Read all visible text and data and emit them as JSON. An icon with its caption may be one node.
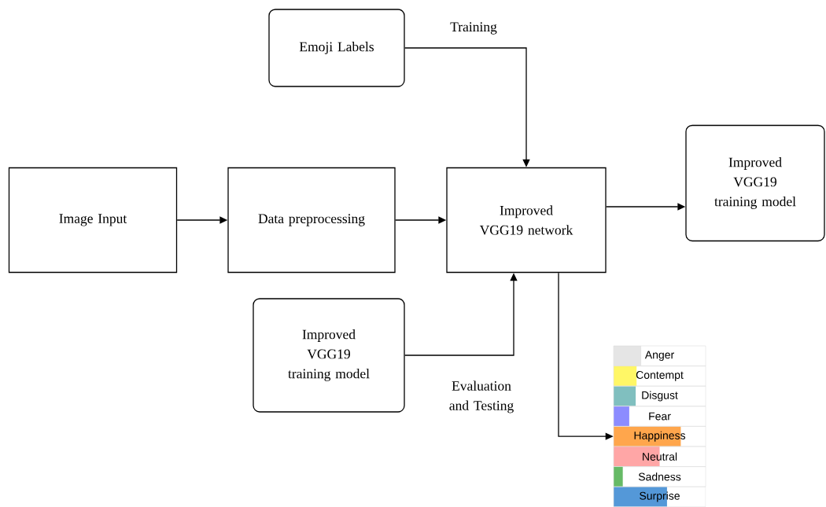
{
  "diagram": {
    "nodes": [
      {
        "text": [
          "Emoji Labels"
        ]
      },
      {
        "text": [
          "Image Input"
        ]
      },
      {
        "text": [
          "Data preprocessing"
        ]
      },
      {
        "text": [
          "Improved VGG19 network"
        ]
      },
      {
        "text": [
          "Improved VGG19 training model"
        ]
      },
      {
        "text": [
          "Improved VGG19 training model"
        ]
      },
      {
        "text": [
          "Anger"
        ]
      },
      {
        "text": [
          "Contempt"
        ]
      },
      {
        "text": [
          "Disgust"
        ]
      },
      {
        "text": [
          "Fear"
        ]
      },
      {
        "text": [
          "Happiness"
        ]
      },
      {
        "text": [
          "Neutral"
        ]
      },
      {
        "text": [
          "Sadness"
        ]
      },
      {
        "text": [
          "Surprise"
        ]
      }
    ],
    "edges": [
      {
        "from": 0,
        "to": 3,
        "arrow": "to",
        "label": "Training"
      },
      {
        "from": 1,
        "to": 2,
        "arrow": "to"
      },
      {
        "from": 2,
        "to": 3,
        "arrow": "to"
      },
      {
        "from": 3,
        "to": 4,
        "arrow": "to"
      },
      {
        "from": 5,
        "to": 3,
        "arrow": "to",
        "label": "Evaluation and Testing"
      },
      {
        "from": 3,
        "to": 10,
        "arrow": "to"
      }
    ]
  }
}
